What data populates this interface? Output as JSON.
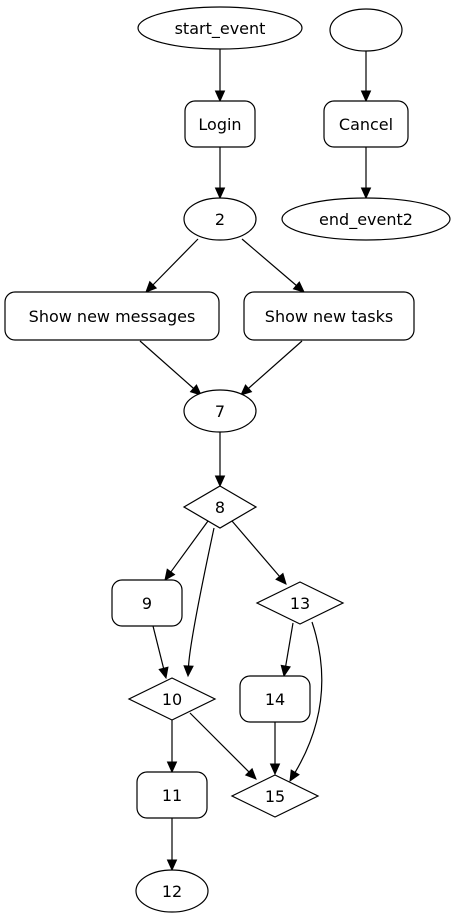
{
  "diagram": {
    "colors": {
      "stroke": "#000000",
      "fill": "#ffffff",
      "text": "#000000"
    },
    "nodes": [
      {
        "id": "start_event",
        "label": "start_event",
        "shape": "ellipse"
      },
      {
        "id": "login",
        "label": "Login",
        "shape": "rounded-rect"
      },
      {
        "id": "n2",
        "label": "2",
        "shape": "ellipse"
      },
      {
        "id": "show_messages",
        "label": "Show new messages",
        "shape": "rounded-rect"
      },
      {
        "id": "show_tasks",
        "label": "Show new tasks",
        "shape": "rounded-rect"
      },
      {
        "id": "n7",
        "label": "7",
        "shape": "ellipse"
      },
      {
        "id": "n8",
        "label": "8",
        "shape": "diamond"
      },
      {
        "id": "n9",
        "label": "9",
        "shape": "rounded-rect"
      },
      {
        "id": "n10",
        "label": "10",
        "shape": "diamond"
      },
      {
        "id": "n11",
        "label": "11",
        "shape": "rounded-rect"
      },
      {
        "id": "n12",
        "label": "12",
        "shape": "ellipse"
      },
      {
        "id": "n13",
        "label": "13",
        "shape": "diamond"
      },
      {
        "id": "n14",
        "label": "14",
        "shape": "rounded-rect"
      },
      {
        "id": "n15",
        "label": "15",
        "shape": "diamond"
      },
      {
        "id": "unnamed_start",
        "label": "",
        "shape": "ellipse"
      },
      {
        "id": "cancel",
        "label": "Cancel",
        "shape": "rounded-rect"
      },
      {
        "id": "end_event2",
        "label": "end_event2",
        "shape": "ellipse"
      }
    ],
    "edges": [
      {
        "from": "start_event",
        "to": "login"
      },
      {
        "from": "login",
        "to": "n2"
      },
      {
        "from": "n2",
        "to": "show_messages"
      },
      {
        "from": "n2",
        "to": "show_tasks"
      },
      {
        "from": "show_messages",
        "to": "n7"
      },
      {
        "from": "show_tasks",
        "to": "n7"
      },
      {
        "from": "n7",
        "to": "n8"
      },
      {
        "from": "n8",
        "to": "n9"
      },
      {
        "from": "n8",
        "to": "n10"
      },
      {
        "from": "n8",
        "to": "n13"
      },
      {
        "from": "n9",
        "to": "n10"
      },
      {
        "from": "n10",
        "to": "n11"
      },
      {
        "from": "n10",
        "to": "n15"
      },
      {
        "from": "n11",
        "to": "n12"
      },
      {
        "from": "n13",
        "to": "n14"
      },
      {
        "from": "n13",
        "to": "n15"
      },
      {
        "from": "n14",
        "to": "n15"
      },
      {
        "from": "unnamed_start",
        "to": "cancel"
      },
      {
        "from": "cancel",
        "to": "end_event2"
      }
    ]
  }
}
